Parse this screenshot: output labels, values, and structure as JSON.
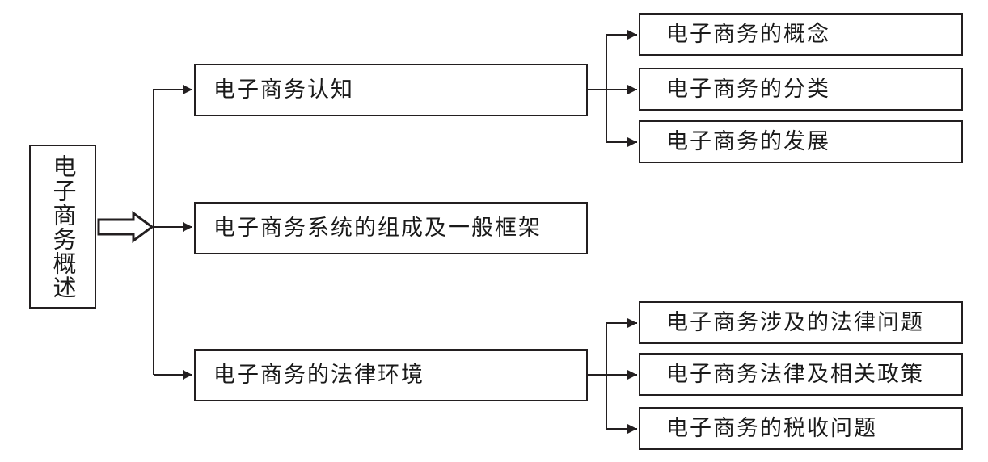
{
  "diagram": {
    "root": {
      "label": "电子商务概述"
    },
    "branches": [
      {
        "label": "电子商务认知",
        "children": [
          {
            "label": "电子商务的概念"
          },
          {
            "label": "电子商务的分类"
          },
          {
            "label": "电子商务的发展"
          }
        ]
      },
      {
        "label": "电子商务系统的组成及一般框架",
        "children": []
      },
      {
        "label": "电子商务的法律环境",
        "children": [
          {
            "label": "电子商务涉及的法律问题"
          },
          {
            "label": "电子商务法律及相关政策"
          },
          {
            "label": "电子商务的税收问题"
          }
        ]
      }
    ],
    "colors": {
      "line": "#231f20",
      "box_border": "#231f20",
      "text": "#1a1a1a",
      "background": "#ffffff"
    }
  }
}
